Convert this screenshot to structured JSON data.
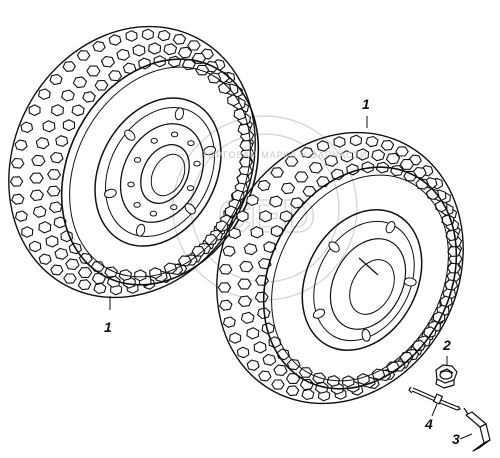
{
  "diagram": {
    "watermark_text": "ТОРГОВАЯ МАРКА ® ЗАПЧАСТИ",
    "watermark_letters": "CED",
    "callouts": {
      "wheel_left": "1",
      "wheel_right": "1",
      "nut": "2",
      "bracket": "3",
      "stud": "4"
    }
  },
  "colors": {
    "line": "#111111",
    "watermark": "#cfcfcf"
  }
}
